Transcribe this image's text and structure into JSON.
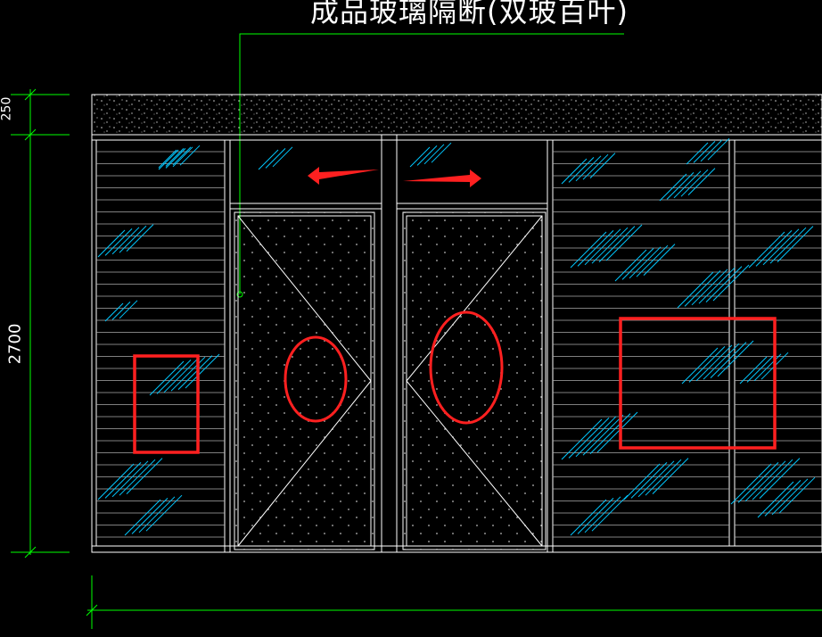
{
  "drawing": {
    "title": "成品玻璃隔断(双玻百叶)",
    "dimensions": {
      "upper_band": "250",
      "main_height": "2700"
    }
  },
  "colors": {
    "background": "#000000",
    "lines": "#ffffff",
    "leader": "#00ff00",
    "glass_hatch": "#00c8ff",
    "markup": "#ff2020",
    "dots": "#cccccc"
  },
  "annotations": {
    "arrows": [
      "left",
      "right"
    ],
    "rectangles": 2,
    "ellipses": 2
  }
}
